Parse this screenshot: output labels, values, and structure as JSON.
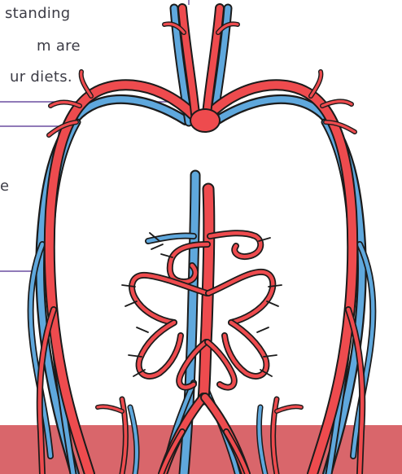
{
  "text_fragments": {
    "line1": "standing",
    "line2": "m are",
    "line3": "ur diets.",
    "line4": "e"
  },
  "colors": {
    "artery": "#ee4b4e",
    "vein": "#5fa8dd",
    "outline": "#1b1b1b",
    "guide_line": "#6b4fa0",
    "footer_band": "#d9666b"
  },
  "illustration": "circulatory-system"
}
